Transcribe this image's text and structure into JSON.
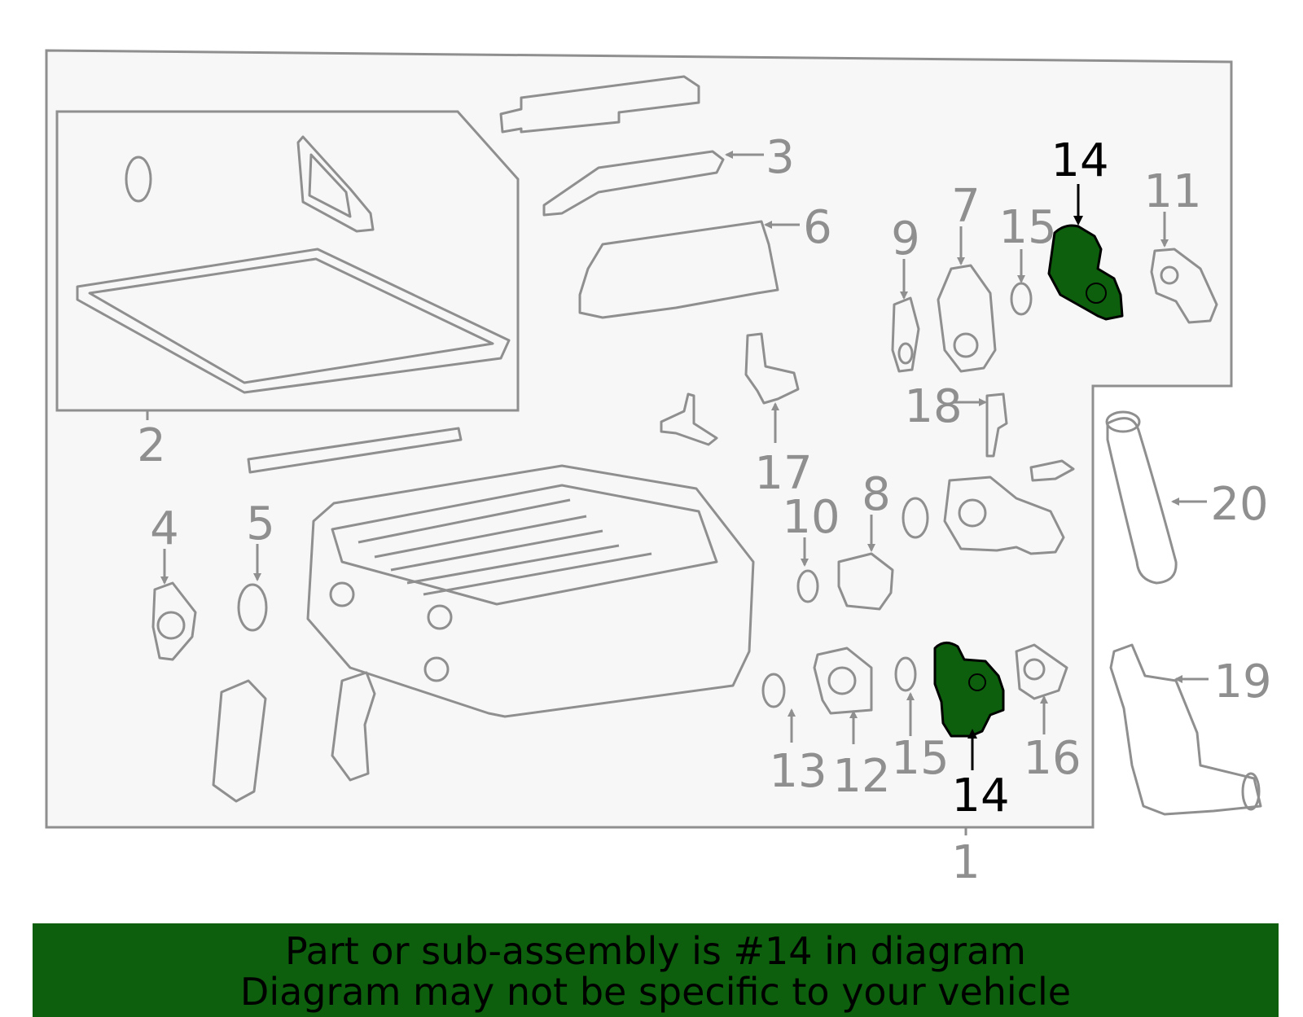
{
  "diagram": {
    "colors": {
      "outline": "#8f8f8f",
      "highlight_fill": "#0d5f0d",
      "highlight_label": "#000000",
      "panel": "#f7f7f7"
    },
    "callouts": [
      {
        "id": "c1",
        "label": "1",
        "highlighted": false
      },
      {
        "id": "c2",
        "label": "2",
        "highlighted": false
      },
      {
        "id": "c3",
        "label": "3",
        "highlighted": false
      },
      {
        "id": "c4",
        "label": "4",
        "highlighted": false
      },
      {
        "id": "c5",
        "label": "5",
        "highlighted": false
      },
      {
        "id": "c6",
        "label": "6",
        "highlighted": false
      },
      {
        "id": "c7",
        "label": "7",
        "highlighted": false
      },
      {
        "id": "c8",
        "label": "8",
        "highlighted": false
      },
      {
        "id": "c9",
        "label": "9",
        "highlighted": false
      },
      {
        "id": "c10",
        "label": "10",
        "highlighted": false
      },
      {
        "id": "c11",
        "label": "11",
        "highlighted": false
      },
      {
        "id": "c12",
        "label": "12",
        "highlighted": false
      },
      {
        "id": "c13",
        "label": "13",
        "highlighted": false
      },
      {
        "id": "c14a",
        "label": "14",
        "highlighted": true
      },
      {
        "id": "c14b",
        "label": "14",
        "highlighted": true
      },
      {
        "id": "c15a",
        "label": "15",
        "highlighted": false
      },
      {
        "id": "c15b",
        "label": "15",
        "highlighted": false
      },
      {
        "id": "c16",
        "label": "16",
        "highlighted": false
      },
      {
        "id": "c17",
        "label": "17",
        "highlighted": false
      },
      {
        "id": "c18",
        "label": "18",
        "highlighted": false
      },
      {
        "id": "c19",
        "label": "19",
        "highlighted": false
      },
      {
        "id": "c20",
        "label": "20",
        "highlighted": false
      }
    ]
  },
  "caption": {
    "line1": "Part or sub-assembly is #14 in diagram",
    "line2": "Diagram may not be specific to your vehicle"
  }
}
